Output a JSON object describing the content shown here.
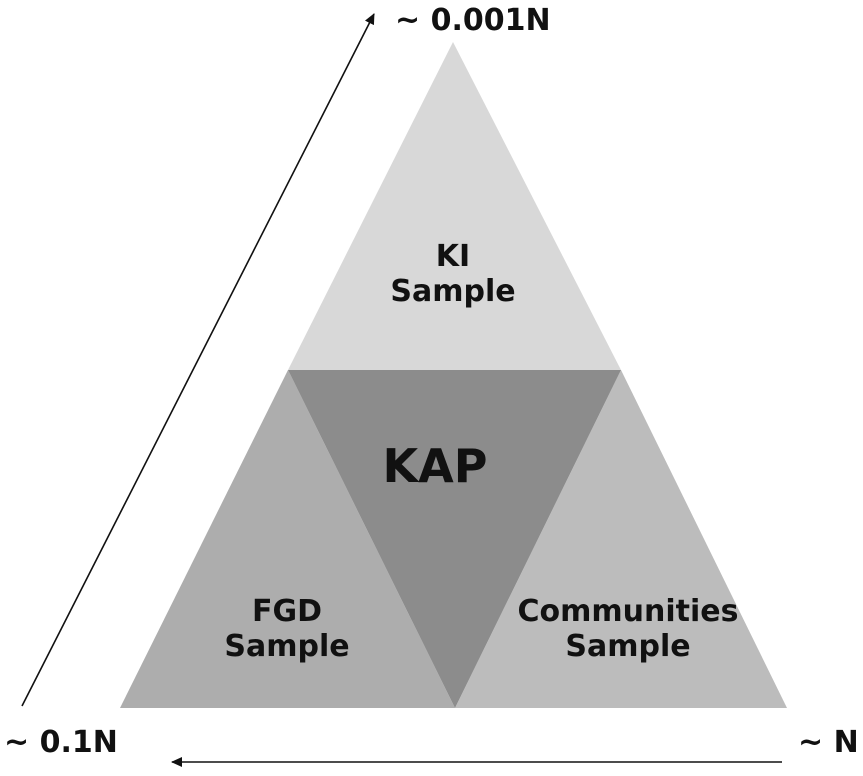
{
  "diagram": {
    "sections": {
      "top": {
        "line1": "KI",
        "line2": "Sample"
      },
      "center": {
        "label": "KAP"
      },
      "left": {
        "line1": "FGD",
        "line2": "Sample"
      },
      "right": {
        "line1": "Communities",
        "line2": "Sample"
      }
    },
    "scale_labels": {
      "top": "~ 0.001N",
      "bottom_left": "~ 0.1N",
      "bottom_right": "~ N"
    },
    "colors": {
      "top_fill": "#d8d8d8",
      "center_fill": "#8c8c8c",
      "left_fill": "#adadad",
      "right_fill": "#bcbcbc",
      "arrow": "#111111",
      "text": "#111111"
    }
  }
}
